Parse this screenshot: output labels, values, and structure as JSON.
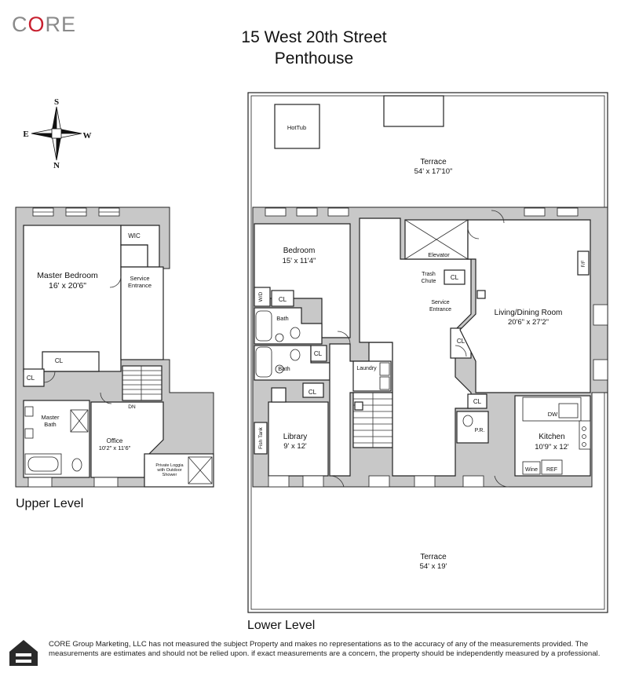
{
  "brand": {
    "logo_text_1": "C",
    "logo_text_2": "O",
    "logo_text_3": "RE",
    "accent_color": "#c8202f",
    "gray_color": "#8a8a8a"
  },
  "header": {
    "address": "15 West 20th Street",
    "unit": "Penthouse"
  },
  "compass": {
    "north": "N",
    "south": "S",
    "east": "E",
    "west": "W"
  },
  "upper_level": {
    "label": "Upper Level",
    "rooms": {
      "master_bedroom_name": "Master Bedroom",
      "master_bedroom_dims": "16' x 20'6\"",
      "wic": "WIC",
      "service_entrance_1": "Service",
      "service_entrance_2": "Entrance",
      "cl_1": "CL",
      "cl_2": "CL",
      "master_bath_1": "Master",
      "master_bath_2": "Bath",
      "dn": "DN",
      "office_name": "Office",
      "office_dims": "10'2\" x 11'6\"",
      "loggia_1": "Private Loggia",
      "loggia_2": "with Outdoor",
      "loggia_3": "Shower"
    }
  },
  "lower_level": {
    "label": "Lower Level",
    "rooms": {
      "hot_tub": "HotTub",
      "terrace_top_name": "Terrace",
      "terrace_top_dims": "54' x 17'10\"",
      "bedroom_name": "Bedroom",
      "bedroom_dims": "15' x 11'4\"",
      "wd": "W/D",
      "cl_a": "CL",
      "bath_1": "Bath",
      "bath_2": "Bath",
      "cl_b": "CL",
      "cl_c": "CL",
      "elevator": "Elevator",
      "trash_1": "Trash",
      "trash_2": "Chute",
      "cl_d": "CL",
      "service_1": "Service",
      "service_2": "Entrance",
      "ff": "F/F",
      "living_name": "Living/Dining Room",
      "living_dims": "20'6\" x 27'2\"",
      "cl_e": "CL",
      "laundry": "Laundry",
      "cl_f": "CL",
      "dw": "DW",
      "library_name": "Library",
      "library_dims": "9' x 12'",
      "fish_tank": "Fish Tank",
      "pr": "P.R.",
      "kitchen_name": "Kitchen",
      "kitchen_dims": "10'9\" x 12'",
      "wine": "Wine",
      "ref": "REF",
      "terrace_bottom_name": "Terrace",
      "terrace_bottom_dims": "54' x 19'"
    }
  },
  "footer": {
    "disclaimer": "CORE Group Marketing, LLC has not measured the subject Property and makes no representations as to the accuracy of any of the measurements provided. The measurements are estimates and should not be relied upon. if exact measurements are a concern, the property should be independently measured by a professional."
  }
}
